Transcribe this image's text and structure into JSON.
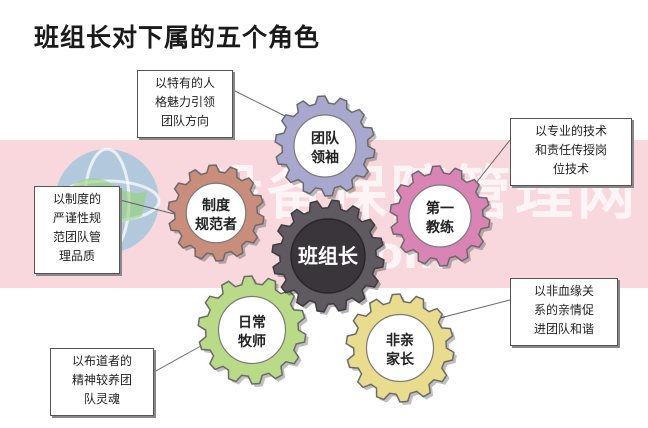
{
  "title": "班组长对下属的五个角色",
  "center": {
    "label": "班组长"
  },
  "roles": [
    {
      "label": "团队领袖",
      "line1": "团队",
      "line2": "领袖",
      "color": "#a8a8cf",
      "callout": [
        "以特有的人",
        "格魅力引领",
        "团队方向"
      ]
    },
    {
      "label": "第一教练",
      "line1": "第一",
      "line2": "教练",
      "color": "#d984b4",
      "callout": [
        "以专业的技术",
        "和责任传授岗",
        "位技术"
      ]
    },
    {
      "label": "非亲家长",
      "line1": "非亲",
      "line2": "家长",
      "color": "#e9dc8c",
      "callout": [
        "以非血缘关",
        "系的亲情促",
        "进团队和谐"
      ]
    },
    {
      "label": "日常牧师",
      "line1": "日常",
      "line2": "牧师",
      "color": "#b9da87",
      "callout": [
        "以布道者的",
        "精神较养团",
        "队灵魂"
      ]
    },
    {
      "label": "制度规范者",
      "line1": "制度",
      "line2": "规范者",
      "color": "#c98d7c",
      "callout": [
        "以制度的",
        "严谨性规",
        "范团队管",
        "理品质"
      ]
    }
  ],
  "colors": {
    "center": "#5f5a5f",
    "callout_border": "#555555",
    "band": "#ec96a5"
  },
  "watermark": {
    "text": "设备保障管理网",
    "sub": ".com"
  },
  "icons": {
    "logo": "globe-icon"
  }
}
